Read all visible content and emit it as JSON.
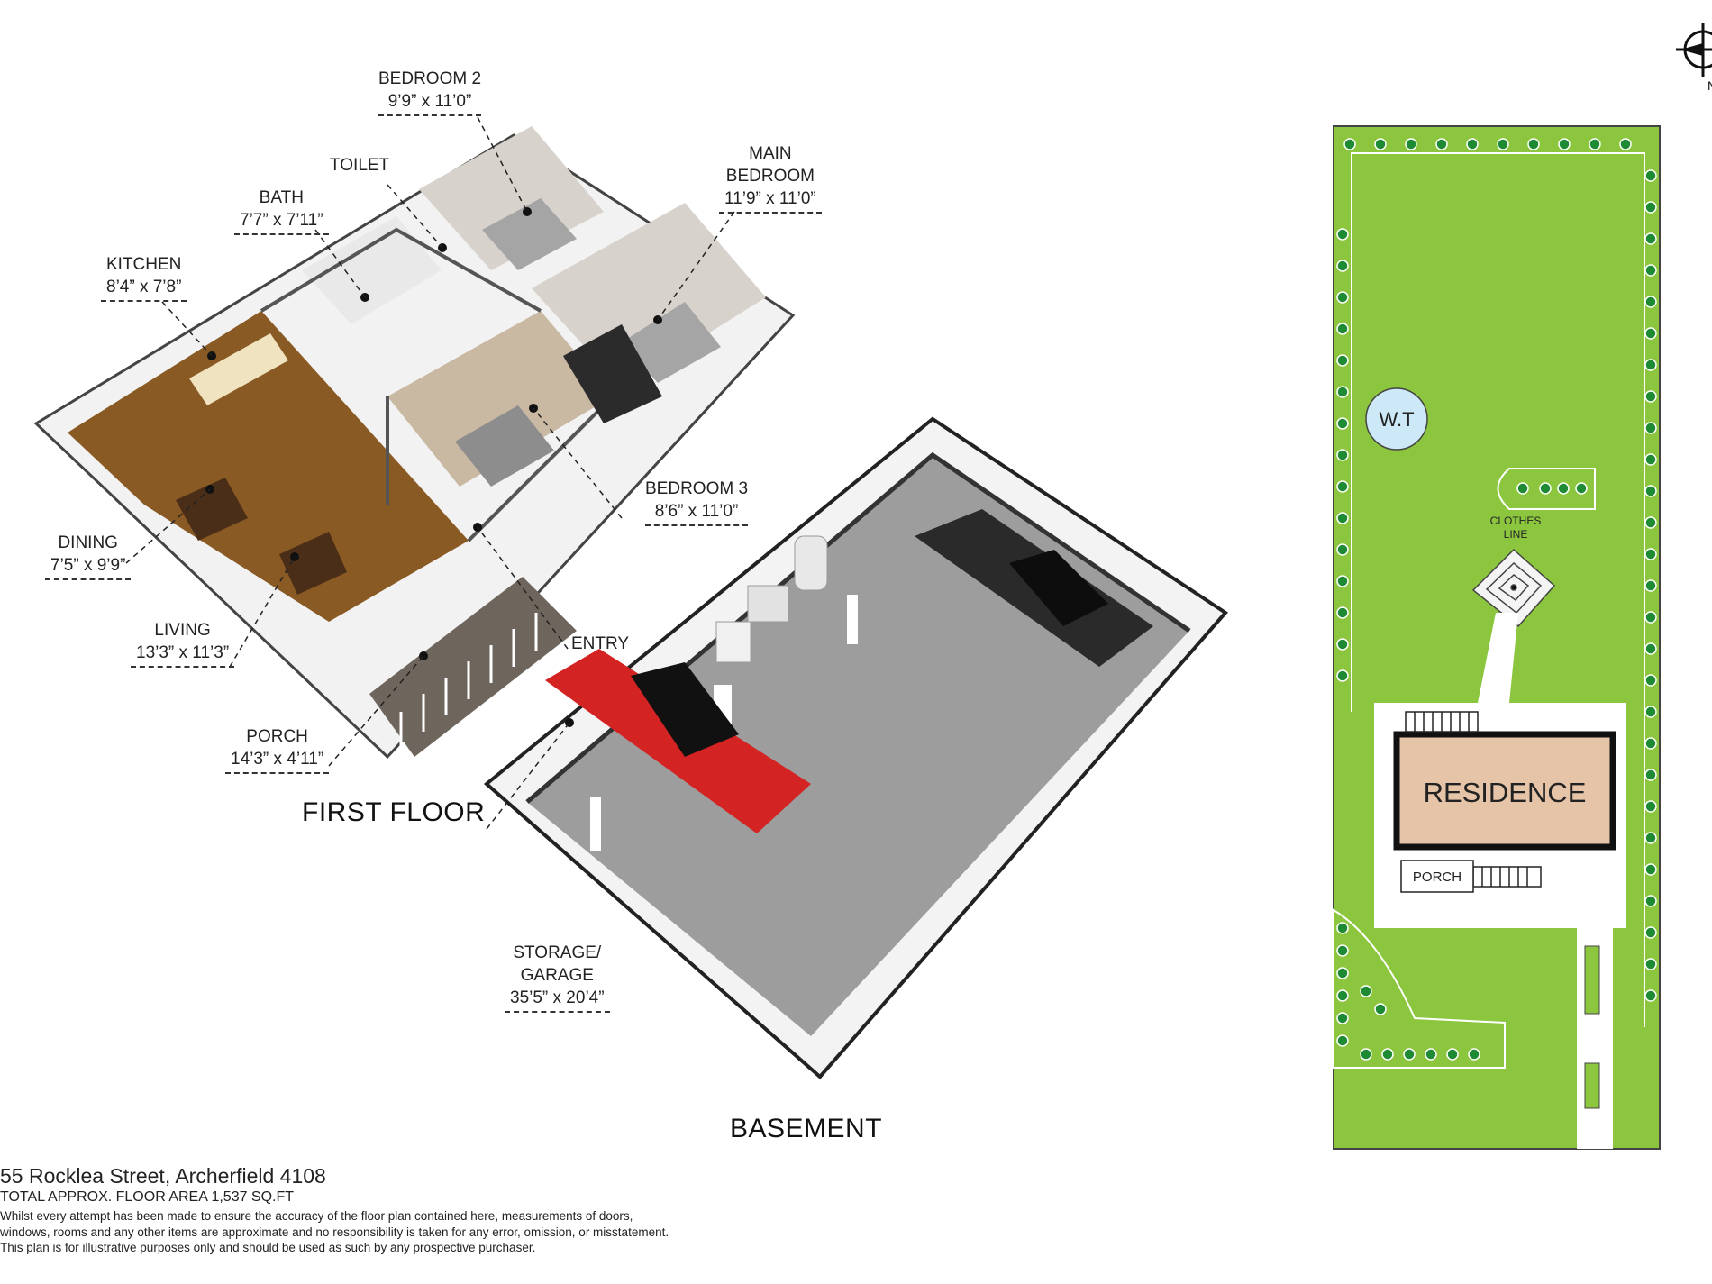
{
  "floor_titles": {
    "first": "FIRST FLOOR",
    "basement": "BASEMENT"
  },
  "rooms": {
    "bedroom2": {
      "name": "BEDROOM 2",
      "dims": "9’9” x 11’0”"
    },
    "toilet": {
      "name": "TOILET"
    },
    "bath": {
      "name": "BATH",
      "dims": "7’7” x 7’11”"
    },
    "kitchen": {
      "name": "KITCHEN",
      "dims": "8’4” x 7’8”"
    },
    "main_bedroom": {
      "name_line1": "MAIN",
      "name_line2": "BEDROOM",
      "dims": "11’9” x 11’0”"
    },
    "bedroom3": {
      "name": "BEDROOM 3",
      "dims": "8’6” x 11’0”"
    },
    "dining": {
      "name": "DINING",
      "dims": "7’5” x 9’9”"
    },
    "living": {
      "name": "LIVING",
      "dims": "13’3” x 11’3”"
    },
    "entry": {
      "name": "ENTRY"
    },
    "porch": {
      "name": "PORCH",
      "dims": "14’3” x 4’11”"
    },
    "storage": {
      "name_line1": "STORAGE/",
      "name_line2": "GARAGE",
      "dims": "35’5” x 20’4”"
    }
  },
  "site_plan": {
    "water_tank": "W.T",
    "clothes_line_1": "CLOTHES",
    "clothes_line_2": "LINE",
    "residence": "RESIDENCE",
    "porch": "PORCH",
    "compass": "N"
  },
  "footer": {
    "address": "55 Rocklea Street, Archerfield 4108",
    "area": "TOTAL APPROX. FLOOR AREA 1,537 SQ.FT",
    "disclaimer_1": "Whilst every attempt has been made to ensure the accuracy of the floor plan contained here, measurements of doors,",
    "disclaimer_2": "windows, rooms and any other items are approximate and no responsibility is taken for any error, omission, or misstatement.",
    "disclaimer_3": "This plan is for illustrative purposes only and should be used as such by any prospective purchaser."
  },
  "colors": {
    "lawn": "#8cc63f",
    "residence_fill": "#e6c4a8",
    "water_tank": "#cde8f6",
    "floor_wood": "#8a5a24",
    "floor_concrete": "#9d9d9d",
    "car_red": "#d42323",
    "car_black": "#2a2a2a"
  }
}
